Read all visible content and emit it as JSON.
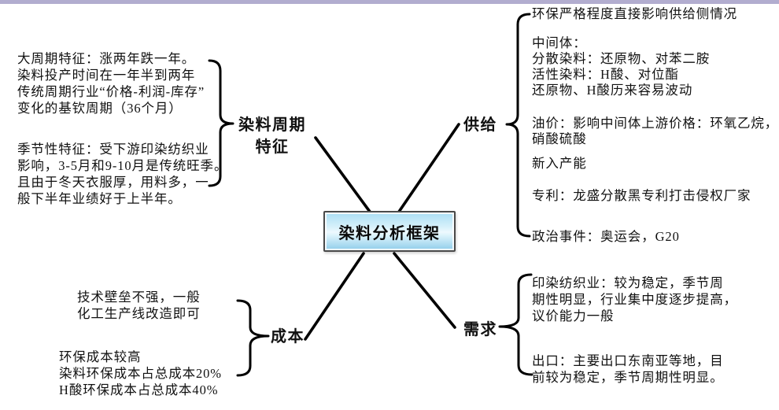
{
  "page": {
    "top_bar_color": "#b2adcf",
    "background_color": "#ffffff",
    "line_color": "#000000"
  },
  "center_box": {
    "title": "染料分析框架",
    "gradient_top": "#a9ddf3",
    "gradient_mid": "#d9f2fb",
    "gradient_bottom": "#8fccea",
    "border_color": "#4a4a4a"
  },
  "branches": {
    "cycle": {
      "label": "染料周期\n特征",
      "block1": "大周期特征：涨两年跌一年。\n染料投产时间在一年半到两年\n传统周期行业“价格-利润-库存”\n变化的基钦周期（36个月）",
      "block2": "季节性特征：受下游印染纺织业\n影响，3-5月和9-10月是传统旺季。\n且由于冬天衣服厚，用料多，一\n般下半年业绩好于上半年。"
    },
    "supply": {
      "label": "供给",
      "block1": "环保严格程度直接影响供给侧情况",
      "block2": "中间体：\n分散染料：还原物、对苯二胺\n活性染料：H酸、对位酯\n还原物、H酸历来容易波动",
      "block3": "油价：影响中间体上游价格：环氧乙烷，\n硝酸硫酸",
      "block4": "新入产能",
      "block5": "专利：龙盛分散黑专利打击侵权厂家",
      "block6": "政治事件：奥运会，G20"
    },
    "cost": {
      "label": "成本",
      "block1": "技术壁垒不强，一般\n化工生产线改造即可",
      "block2": "环保成本较高\n染料环保成本占总成本20%\nH酸环保成本占总成本40%"
    },
    "demand": {
      "label": "需求",
      "block1": "印染纺织业：较为稳定，季节周\n期性明显，行业集中度逐步提高，\n议价能力一般",
      "block2": "出口：主要出口东南亚等地，目\n前较为稳定，季节周期性明显。"
    }
  }
}
